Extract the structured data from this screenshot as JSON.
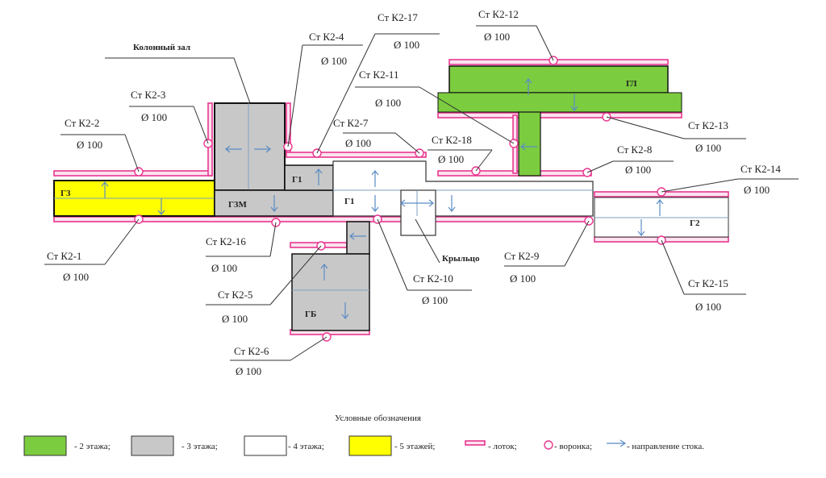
{
  "colors": {
    "green": "#7ccc3f",
    "gray": "#c8c8c8",
    "white": "#ffffff",
    "yellow": "#ffff00",
    "gutter": "#e8368f",
    "arrow": "#5b8cc4"
  },
  "roofs": {
    "g3": "Г3",
    "g3m": "Г3М",
    "g1_small": "Г1",
    "g1_main": "Г1",
    "g2": "Г2",
    "gb": "ГБ",
    "gl": "ГЛ",
    "column_hall": "Колонный зал",
    "porch": "Крыльцо"
  },
  "callouts": [
    {
      "label": "Ст К2-1",
      "dia": "Ø 100"
    },
    {
      "label": "Ст К2-2",
      "dia": "Ø 100"
    },
    {
      "label": "Ст К2-3",
      "dia": "Ø 100"
    },
    {
      "label": "Ст К2-4",
      "dia": "Ø 100"
    },
    {
      "label": "Ст К2-17",
      "dia": "Ø 100"
    },
    {
      "label": "Ст К2-11",
      "dia": "Ø 100"
    },
    {
      "label": "Ст К2-7",
      "dia": "Ø 100"
    },
    {
      "label": "Ст К2-12",
      "dia": "Ø 100"
    },
    {
      "label": "Ст К2-18",
      "dia": "Ø 100"
    },
    {
      "label": "Ст К2-13",
      "dia": "Ø 100"
    },
    {
      "label": "Ст К2-8",
      "dia": "Ø 100"
    },
    {
      "label": "Ст К2-14",
      "dia": "Ø 100"
    },
    {
      "label": "Ст К2-9",
      "dia": "Ø 100"
    },
    {
      "label": "Ст К2-15",
      "dia": "Ø 100"
    },
    {
      "label": "Ст К2-10",
      "dia": "Ø 100"
    },
    {
      "label": "Ст К2-16",
      "dia": "Ø 100"
    },
    {
      "label": "Ст К2-5",
      "dia": "Ø 100"
    },
    {
      "label": "Ст К2-6",
      "dia": "Ø 100"
    }
  ],
  "legend": {
    "title": "Условные обозначения",
    "floors2": "- 2 этажа;",
    "floors3": "-  3 этажа;",
    "floors4": "- 4 этажа;",
    "floors5": "- 5 этажей;",
    "gutter": "- лоток;",
    "funnel": "- воронка;",
    "flow": "- направление стока."
  }
}
